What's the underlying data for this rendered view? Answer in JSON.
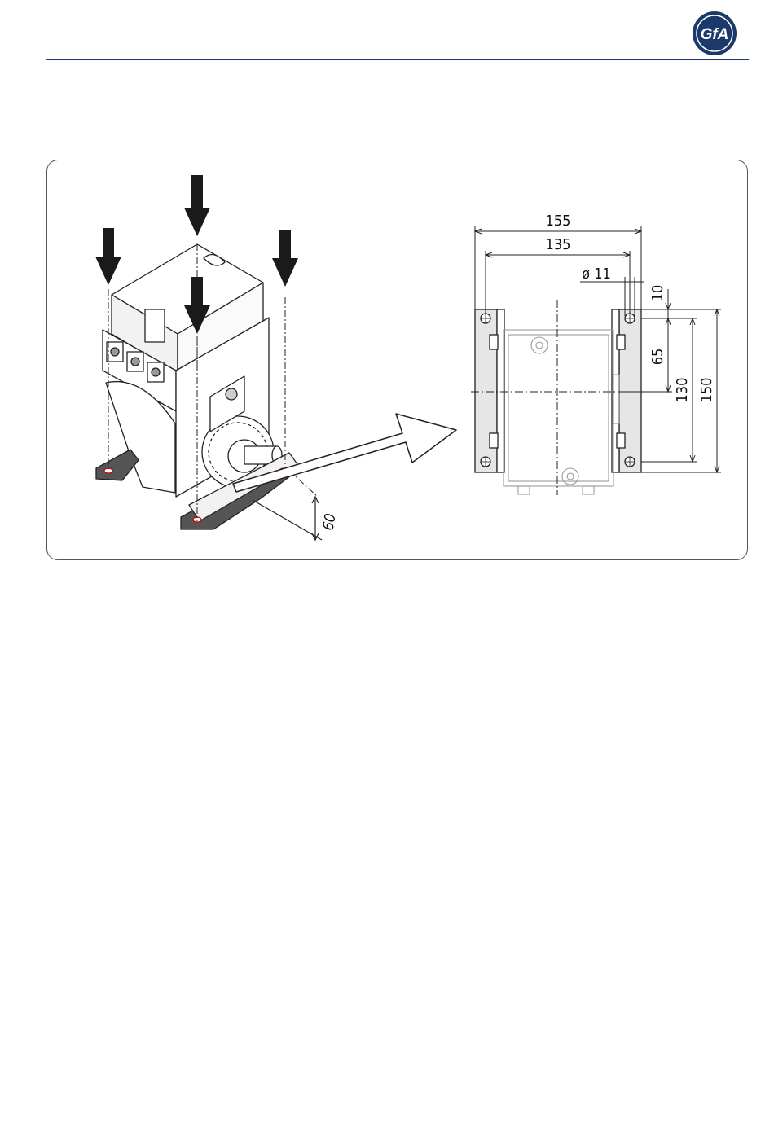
{
  "header": {
    "logo_text": "GfA",
    "rule_color": "#1b3a6b"
  },
  "figure": {
    "icons": [
      "force-arrow-icon",
      "mounting-bracket-icon",
      "drive-motor-icon",
      "pointer-arrow-icon"
    ],
    "dimensions": {
      "width_outer": "155",
      "width_inner": "135",
      "hole_diameter": "ø 11",
      "edge_offset": "10",
      "hole_offset": "65",
      "hole_spacing": "130",
      "height_outer": "150",
      "shaft_height": "60"
    }
  }
}
